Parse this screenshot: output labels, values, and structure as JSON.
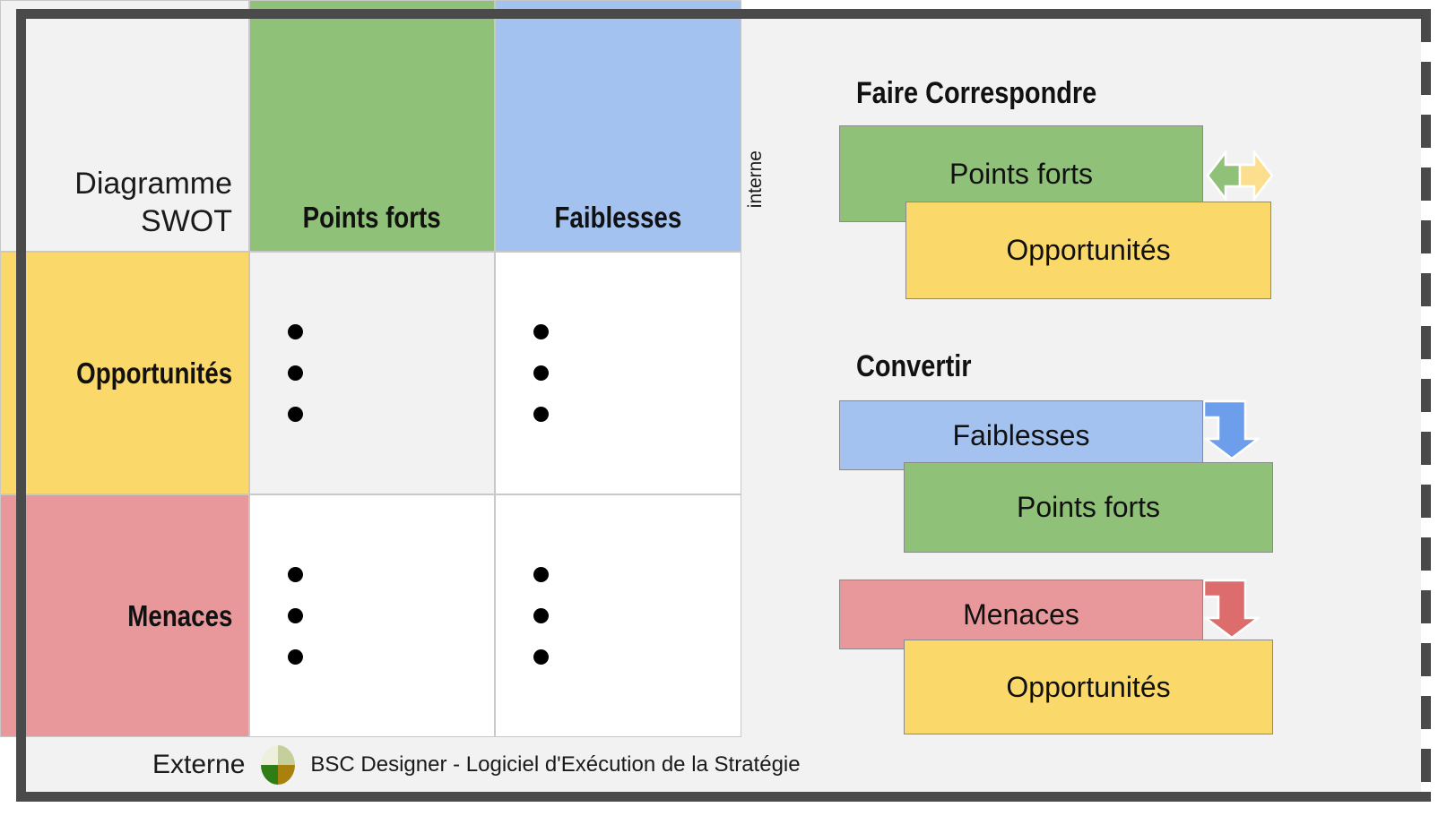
{
  "matrix": {
    "title": "Diagramme\nSWOT",
    "title_line1": "Diagramme",
    "title_line2": "SWOT",
    "columns": [
      "Points forts",
      "Faiblesses"
    ],
    "rows": [
      "Opportunités",
      "Menaces"
    ],
    "axis_internal": "interne",
    "axis_external": "Externe",
    "bullet_count": 3
  },
  "footer": {
    "external_label": "Externe",
    "brand": "BSC Designer - Logiciel d'Exécution de la Stratégie",
    "logo_name": "bsc-designer-logo"
  },
  "panel": {
    "sections": [
      {
        "title": "Faire Correspondre",
        "top_card": "Points forts",
        "bottom_card": "Opportunités",
        "arrow": "double-headed-horizontal-arrow"
      },
      {
        "title": "Convertir",
        "blocks": [
          {
            "top_card": "Faiblesses",
            "bottom_card": "Points forts",
            "arrow": "elbow-down-arrow"
          },
          {
            "top_card": "Menaces",
            "bottom_card": "Opportunités",
            "arrow": "elbow-down-arrow"
          }
        ]
      }
    ]
  },
  "colors": {
    "strengths": "#8fc278",
    "weaknesses": "#a4c2f0",
    "opportunities": "#fbd86a",
    "threats": "#e8989a",
    "frame": "#4a4a4a",
    "background": "#f2f2f2",
    "arrow_blue": "#6d9eeb",
    "arrow_red": "#dd6c6c"
  }
}
